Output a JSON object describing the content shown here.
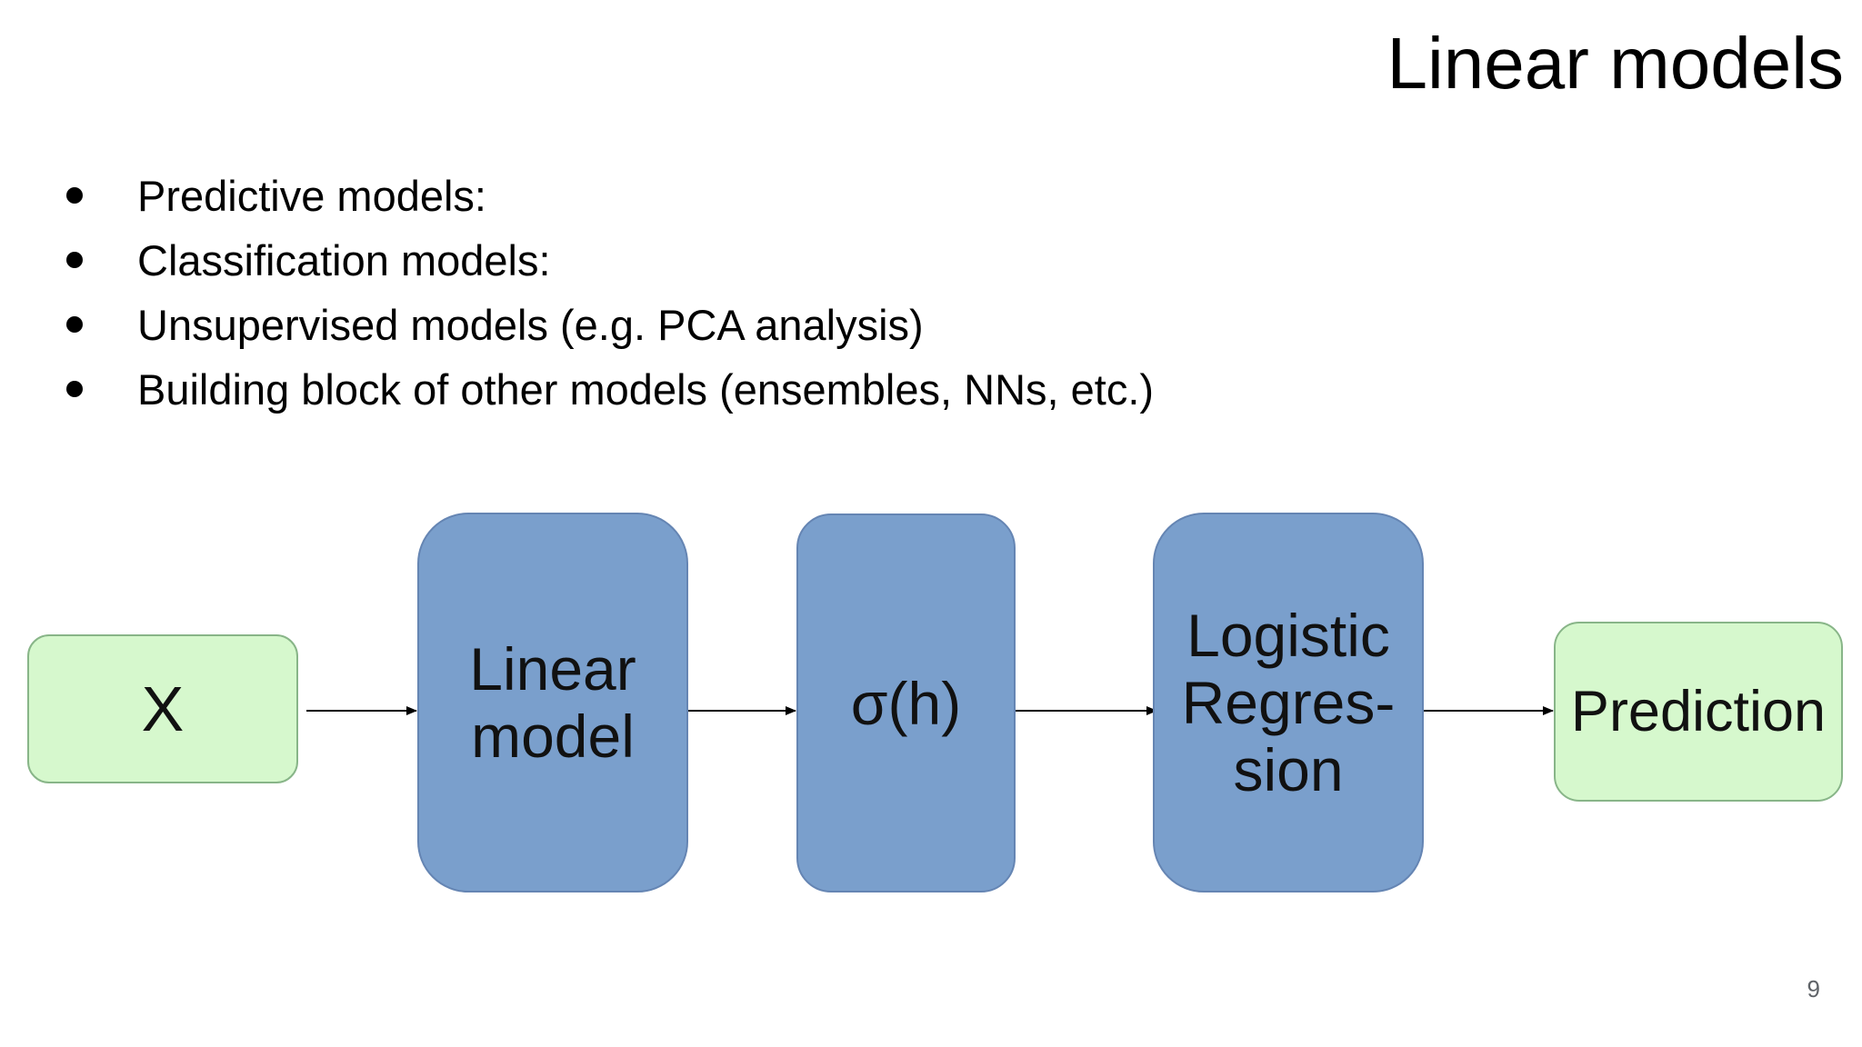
{
  "slide": {
    "title": "Linear models",
    "page_number": "9"
  },
  "bullets": [
    "Predictive models:",
    "Classification models:",
    "Unsupervised models (e.g. PCA analysis)",
    "Building block of other models (ensembles, NNs, etc.)"
  ],
  "diagram": {
    "nodes": [
      {
        "label": "X",
        "color": "#d6f8cd"
      },
      {
        "label": "Linear\nmodel",
        "color": "#7a9fcc"
      },
      {
        "label": "σ(h)",
        "color": "#7a9fcc"
      },
      {
        "label": "Logistic\nRegres-\nsion",
        "color": "#7a9fcc"
      },
      {
        "label": "Prediction",
        "color": "#d6f8cd"
      }
    ]
  }
}
